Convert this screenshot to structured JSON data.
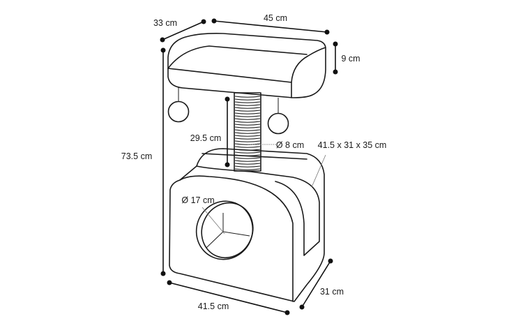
{
  "title": "Cat tree dimensions",
  "dimensions": {
    "platform_depth": "33 cm",
    "platform_width": "45 cm",
    "platform_height": "9 cm",
    "total_height": "73.5 cm",
    "post_height": "29.5 cm",
    "post_diameter": "Ø 8 cm",
    "base_size": "41.5 x 31 x 35 cm",
    "hole_diameter": "Ø 17 cm",
    "base_width": "41.5 cm",
    "base_depth": "31 cm"
  },
  "colors": {
    "line": "#1a1a1a",
    "background": "#ffffff"
  }
}
